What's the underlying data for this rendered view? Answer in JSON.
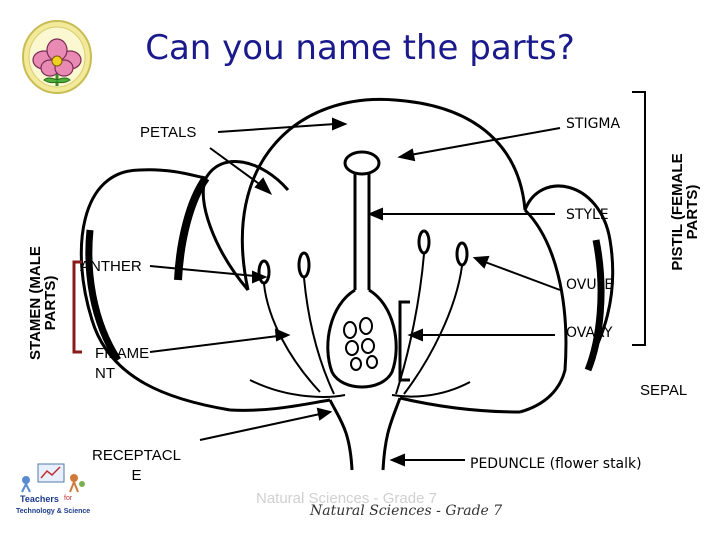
{
  "title": "Can you name the parts?",
  "labels": {
    "petals": "PETALS",
    "stigma": "STIGMA",
    "style": "STYLE",
    "anther": "ANTHER",
    "ovule": "OVULE",
    "ovary": "OVARY",
    "filament": "FILAME\nNT",
    "sepal": "SEPAL",
    "receptacle": "RECEPTACL\nE",
    "peduncle": "PEDUNCLE (flower stalk)"
  },
  "groups": {
    "stamen": "STAMEN (MALE PARTS)",
    "pistil": "PISTIL (FEMALE PARTS)"
  },
  "footer": {
    "watermark": "Natural Sciences - Grade 7",
    "caption": "Natural Sciences - Grade 7"
  },
  "logo": {
    "line1": "Teachers",
    "line2": "for",
    "line3": "Technology & Science"
  },
  "colors": {
    "title": "#1a1a8c",
    "stamen_bracket": "#8b1a1a",
    "icon_bg": "#f2ea9a",
    "icon_flower": "#e88ab4"
  }
}
